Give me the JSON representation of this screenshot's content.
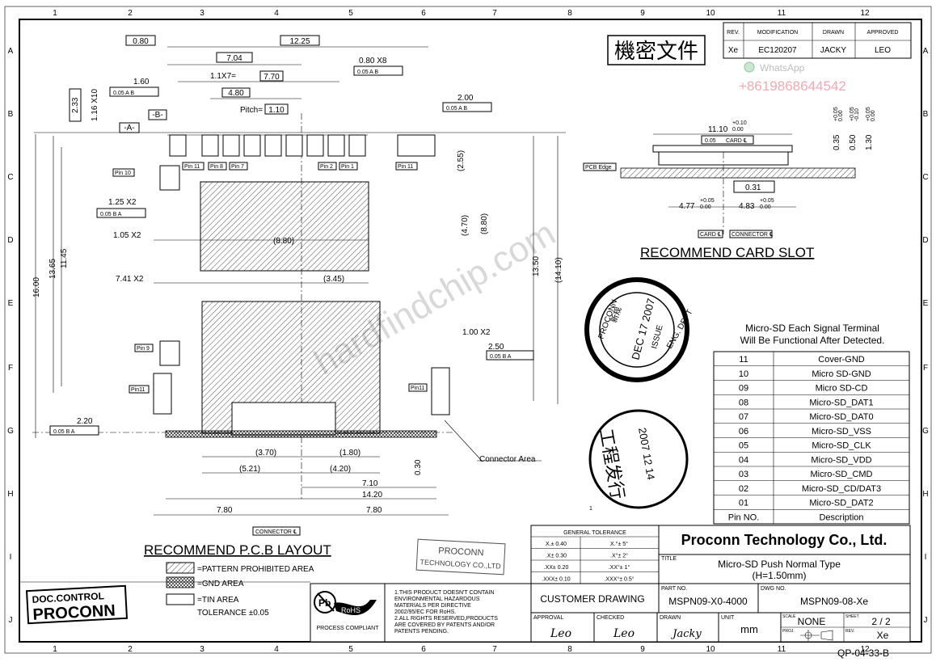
{
  "grid": {
    "cols": [
      "1",
      "2",
      "3",
      "4",
      "5",
      "6",
      "7",
      "8",
      "9",
      "10",
      "11",
      "12"
    ],
    "rows": [
      "A",
      "B",
      "C",
      "D",
      "E",
      "F",
      "G",
      "H",
      "I",
      "J"
    ]
  },
  "revision_table": {
    "headers": [
      "REV.",
      "MODIFICATION",
      "DRAWN",
      "APPROVED"
    ],
    "row": [
      "Xe",
      "EC120207",
      "JACKY",
      "LEO"
    ]
  },
  "confidential_stamp": "機密文件",
  "whatsapp": {
    "label": "WhatsApp",
    "phone": "+8619868644542"
  },
  "watermark": "hardfindchip.com",
  "pcb_layout": {
    "title": "RECOMMEND P.C.B LAYOUT",
    "dims": [
      "0.80",
      "12.25",
      "7.04",
      "0.80 X8",
      "1.60",
      "1.1X7=",
      "7.70",
      "4.80",
      "Pitch=",
      "1.10",
      "2.00",
      "2.33",
      "1.16 X10",
      "-A-",
      "-B-",
      "(2.55)",
      "(4.70)",
      "(8.80)",
      "1.25 X2",
      "1.05 X2",
      "(8.80)",
      "7.41 X2",
      "(3.45)",
      "11.45",
      "13.65",
      "16.00",
      "13.50",
      "(14.10)",
      "1.00 X2",
      "2.50",
      "2.20",
      "0.30",
      "(3.70)",
      "(1.80)",
      "(5.21)",
      "(4.20)",
      "7.10",
      "14.20",
      "7.80",
      "7.80"
    ],
    "tol_frames": [
      "0.05 A B",
      "0.05 A B",
      "0.05 A B",
      "0.05 B A",
      "0.05 B A",
      "0.05 B A"
    ],
    "pins_top": [
      "Pin 11",
      "Pin 8",
      "Pin 7",
      "Pin 2",
      "Pin 1",
      "Pin 11"
    ],
    "pin_labels": [
      "Pin 10",
      "Pin 9",
      "Pin11",
      "Pin11"
    ],
    "connector_area": "Connector Area",
    "connector_c": "CONNECTOR ℄"
  },
  "legend": {
    "pattern": "=PATTERN PROHIBITED AREA",
    "gnd": "=GND AREA",
    "tin": "=TIN AREA",
    "tolerance": "TOLERANCE ±0.05"
  },
  "card_slot": {
    "title": "RECOMMEND CARD SLOT",
    "dims": [
      "11.10",
      "+0.10",
      "0.00",
      "0.05",
      "CARD ℄",
      "PCB Edge",
      "0.31",
      "4.77",
      "+0.05",
      "0.00",
      "4.83",
      "+0.05",
      "0.00",
      "0.35",
      "0.50",
      "1.30"
    ],
    "vdims": [
      "+0.05",
      "0.00",
      "+0.05",
      "-0.10",
      "+0.05",
      "0.00"
    ],
    "card_c": "CARD ℄",
    "connector_c": "CONNECTOR ℄"
  },
  "stamps": {
    "round1": [
      "PROCONN",
      "DEC 17 2007",
      "ISSUE",
      "ENG. DEPT",
      "新规"
    ],
    "round2": [
      "工程发行",
      "2007 12 14"
    ],
    "rect": [
      "PROCONN",
      "TECHNOLOGY CO.,LTD"
    ]
  },
  "signal_table": {
    "heading": [
      "Micro-SD Each Signal Terminal",
      "Will Be Functional After Detected."
    ],
    "rows": [
      [
        "11",
        "Cover-GND"
      ],
      [
        "10",
        "Micro SD-GND"
      ],
      [
        "09",
        "Micro SD-CD"
      ],
      [
        "08",
        "Micro-SD_DAT1"
      ],
      [
        "07",
        "Micro-SD_DAT0"
      ],
      [
        "06",
        "Micro-SD_VSS"
      ],
      [
        "05",
        "Micro-SD_CLK"
      ],
      [
        "04",
        "Micro-SD_VDD"
      ],
      [
        "03",
        "Micro-SD_CMD"
      ],
      [
        "02",
        "Micro-SD_CD/DAT3"
      ],
      [
        "01",
        "Micro-SD_DAT2"
      ]
    ],
    "footer": [
      "Pin NO.",
      "Description"
    ]
  },
  "general_tolerance": {
    "title": "GENERAL TOLERANCE",
    "rows": [
      [
        "X.± 0.40",
        "X.°± 5°"
      ],
      [
        ".X± 0.30",
        ".X°± 2°"
      ],
      [
        ".XX± 0.20",
        ".XX°± 1°"
      ],
      [
        ".XXX± 0.10",
        ".XXX°± 0.5°"
      ]
    ]
  },
  "doc_control": [
    "DOC.CONTROL",
    "PROCONN"
  ],
  "compliance": {
    "pb": "Pb",
    "rohs": "RoHS",
    "caption": "PROCESS COMPLIANT"
  },
  "notes": [
    "1.THIS PRODUCT DOESN'T CONTAIN",
    "ENVIRONMENTAL HAZARDOUS",
    "MATERIALS PER DIRECTIVE",
    "2002/95/EC FOR RoHS.",
    "2.ALL RIGHTS RESERVED,PRODUCTS",
    "ARE COVERED BY PATENTS AND/OR",
    "PATENTS PENDING."
  ],
  "title_block": {
    "company": "Proconn Technology Co., Ltd.",
    "title_label": "TITLE",
    "title": [
      "Micro-SD Push Normal Type",
      "(H=1.50mm)"
    ],
    "customer": "CUSTOMER DRAWING",
    "part_label": "PART NO.",
    "part_no": "MSPN09-X0-4000",
    "dwg_label": "DWG NO.",
    "dwg_no": "MSPN09-08-Xe",
    "approval_label": "APPROVAL",
    "checked_label": "CHECKED",
    "drawn_label": "DRAWN",
    "unit_label": "UNIT",
    "unit": "mm",
    "scale_label": "SCALE",
    "scale": "NONE",
    "sheet_label": "SHEET",
    "sheet": "2 / 2",
    "proj_label": "PROJ.",
    "rev_label": "REV.",
    "rev": "Xe",
    "signatures": [
      "Leo",
      "Leo",
      "Jacky"
    ]
  },
  "form_code": "QP-04-33-B",
  "small_mark": "1"
}
